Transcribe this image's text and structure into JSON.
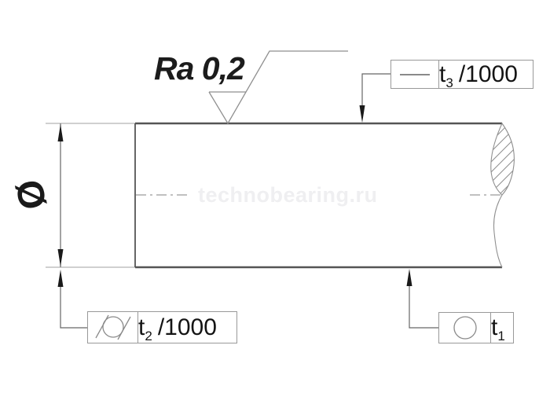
{
  "watermark": {
    "text": "technobearing.ru",
    "color": "#efeff1"
  },
  "annotations": {
    "surface_roughness": "Ra 0,2",
    "diameter_symbol": "Ø"
  },
  "tolerance_frames": {
    "t3": {
      "symbol": "straightness-icon",
      "base": "t",
      "sub": "3",
      "value": "/1000"
    },
    "t2": {
      "symbol": "cylindricity-icon",
      "base": "t",
      "sub": "2",
      "value": "/1000"
    },
    "t1": {
      "symbol": "roundness-icon",
      "base": "t",
      "sub": "1",
      "value": ""
    }
  },
  "colors": {
    "outline": "#555555",
    "thin_line": "#9a9a9a",
    "centerline": "#ababab",
    "arrow": "#1a1a1a",
    "text": "#1a1a1a",
    "background": "#ffffff"
  }
}
